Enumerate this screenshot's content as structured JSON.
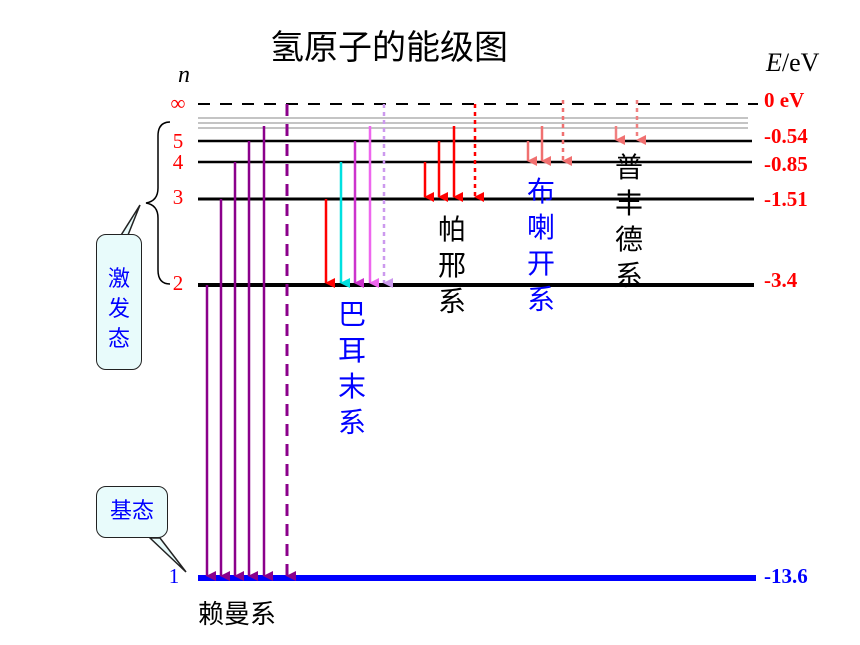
{
  "title": "氢原子的能级图",
  "axis_n_label": "n",
  "axis_e_label": {
    "symbol": "E",
    "unit": "/eV"
  },
  "levels": [
    {
      "n": "∞",
      "energy": "0 eV",
      "value": 0
    },
    {
      "n": "5",
      "energy": "-0.54",
      "value": -0.54
    },
    {
      "n": "4",
      "energy": "-0.85",
      "value": -0.85
    },
    {
      "n": "3",
      "energy": "-1.51",
      "value": -1.51
    },
    {
      "n": "2",
      "energy": "-3.4",
      "value": -3.4
    },
    {
      "n": "1",
      "energy": "-13.6",
      "value": -13.6
    }
  ],
  "series": {
    "lyman": "赖曼系",
    "balmer": "巴耳末系",
    "paschen": "帕邢系",
    "brackett": "布喇开系",
    "pfund": "普丰德系"
  },
  "callouts": {
    "excited": "激发态",
    "ground": "基态"
  },
  "colors": {
    "level_line": "#000000",
    "ground_line": "#0000ff",
    "red_text": "#ff0000",
    "blue_text": "#0000ff",
    "lyman": "#8b008b",
    "balmer_red": "#ff0000",
    "balmer_cyan": "#00e0e0",
    "balmer_violet": "#cc33cc",
    "paschen": "#ff0000",
    "brackett": "#f07070",
    "pfund": "#f08080"
  }
}
